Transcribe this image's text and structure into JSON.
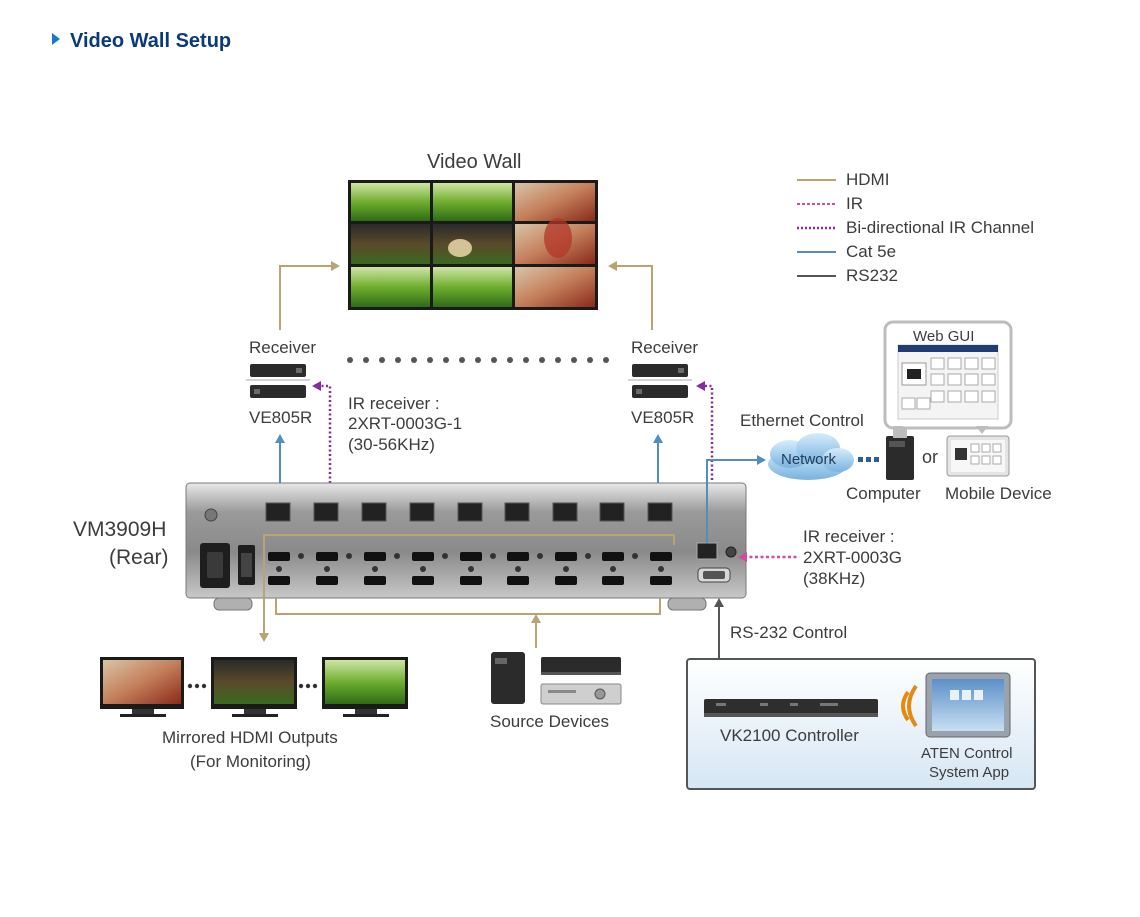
{
  "title": "Video Wall Setup",
  "video_wall": {
    "label": "Video Wall"
  },
  "legend": [
    {
      "label": "HDMI",
      "color": "#b9a371",
      "style": "solid"
    },
    {
      "label": "IR",
      "color": "#d04ca0",
      "style": "dashed"
    },
    {
      "label": "Bi-directional IR Channel",
      "color": "#8a2aa0",
      "style": "dotted"
    },
    {
      "label": "Cat 5e",
      "color": "#4f8fc0",
      "style": "solid"
    },
    {
      "label": "RS232",
      "color": "#555555",
      "style": "solid"
    }
  ],
  "receivers": {
    "left": {
      "label": "Receiver",
      "model": "VE805R"
    },
    "right": {
      "label": "Receiver",
      "model": "VE805R"
    }
  },
  "ir_receiver_top": {
    "line1": "IR receiver :",
    "line2": "2XRT-0003G-1",
    "line3": "(30-56KHz)"
  },
  "ir_receiver_right": {
    "line1": "IR receiver :",
    "line2": "2XRT-0003G",
    "line3": "(38KHz)"
  },
  "matrix": {
    "model": "VM3909H",
    "side": "(Rear)"
  },
  "web_gui": {
    "label": "Web GUI"
  },
  "ethernet": {
    "label": "Ethernet Control",
    "network": "Network"
  },
  "computer": {
    "label": "Computer"
  },
  "or_text": "or",
  "mobile": {
    "label": "Mobile Device"
  },
  "rs232": {
    "label": "RS-232 Control"
  },
  "mirrored": {
    "line1": "Mirrored HDMI Outputs",
    "line2": "(For Monitoring)"
  },
  "source": {
    "label": "Source Devices"
  },
  "controller": {
    "label": "VK2100 Controller"
  },
  "aten_app": {
    "line1": "ATEN Control",
    "line2": "System App"
  },
  "colors": {
    "hdmi": "#b9a371",
    "ir": "#d04ca0",
    "bi_ir": "#8a2aa0",
    "cat5e": "#4f8fc0",
    "rs232": "#555555",
    "title": "#0b3a7a",
    "accent": "#1a78c8"
  }
}
